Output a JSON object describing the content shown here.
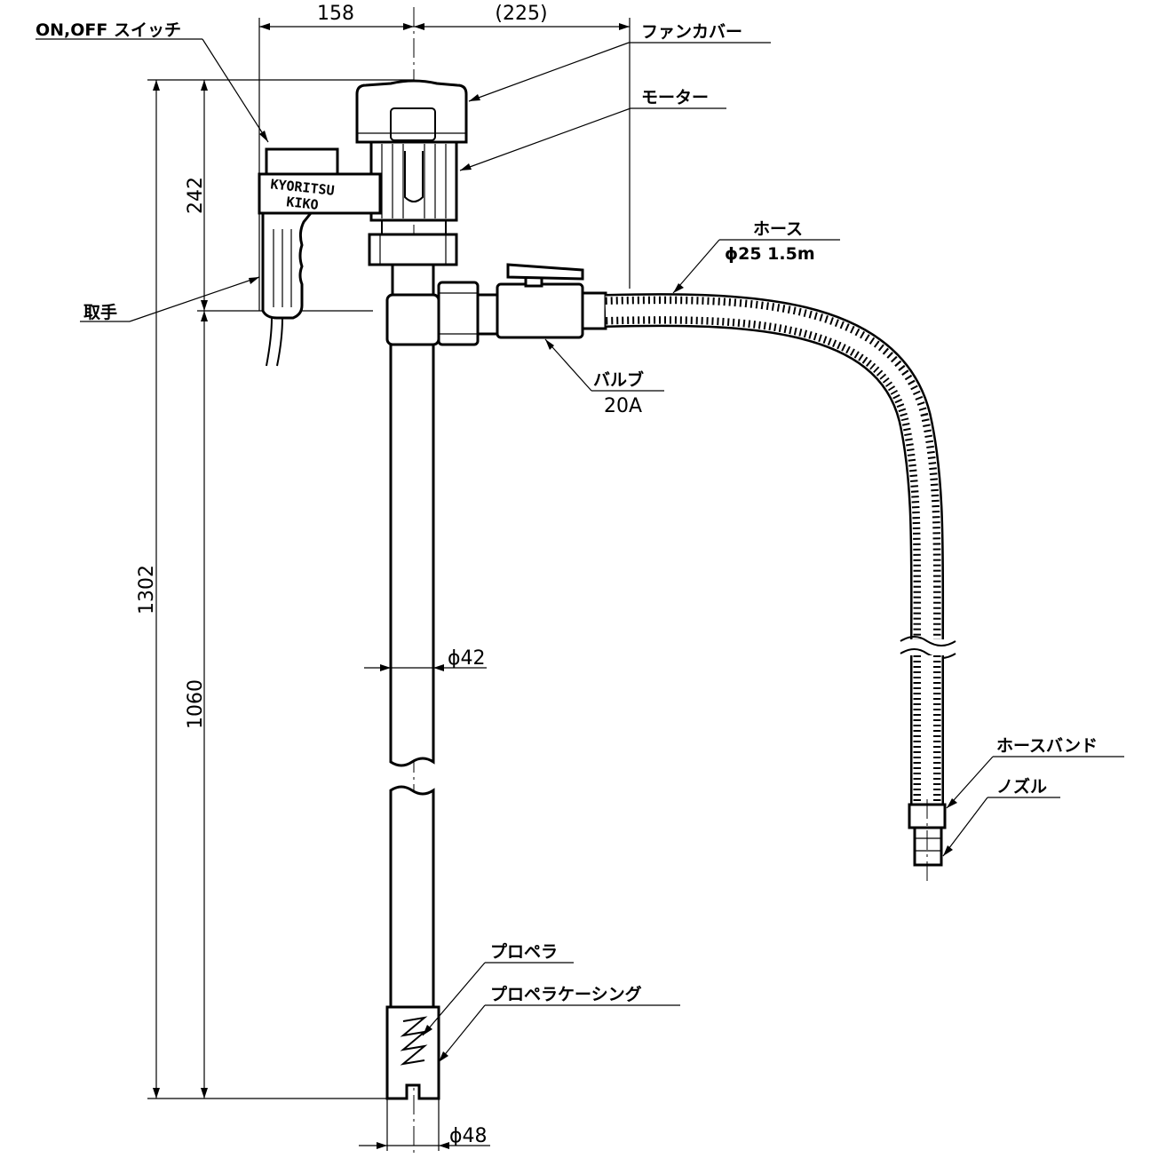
{
  "dimensions": {
    "top_left": "158",
    "top_right": "(225)",
    "height_total": "1302",
    "height_head": "242",
    "height_tube": "1060",
    "tube_diameter": "ϕ42",
    "casing_diameter": "ϕ48"
  },
  "labels": {
    "switch": "ON,OFF スイッチ",
    "fan_cover": "ファンカバー",
    "motor": "モーター",
    "hose_title": "ホース",
    "hose_spec": "ϕ25 1.5m",
    "handle": "取手",
    "valve_title": "バルブ",
    "valve_size": "20A",
    "hose_band": "ホースバンド",
    "nozzle": "ノズル",
    "propeller": "プロペラ",
    "propeller_casing": "プロペラケーシング"
  },
  "brand": {
    "line1": "KYORITSU",
    "line2": "KIKO"
  }
}
